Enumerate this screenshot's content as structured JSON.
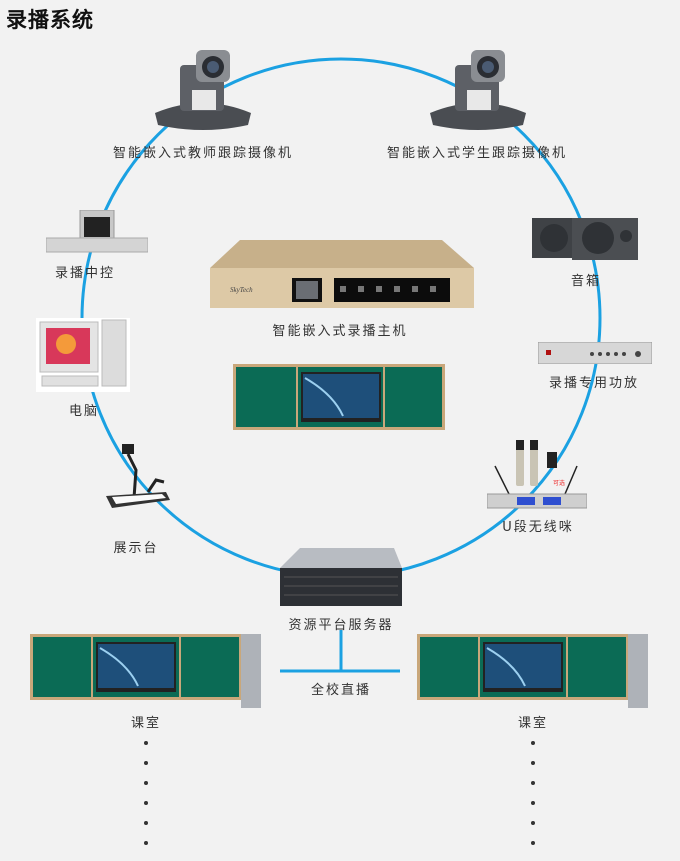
{
  "title": "录播系统",
  "colors": {
    "connector": "#1ba1e2",
    "background": "#f2f2f2",
    "chalkboard": "#0b6b55",
    "board_frame": "#c9a77a",
    "recorder_body": "#d9c4a0"
  },
  "nodes": {
    "teacher_camera": {
      "label": "智能嵌入式教师跟踪摄像机",
      "icon": "ptz-camera-icon"
    },
    "student_camera": {
      "label": "智能嵌入式学生跟踪摄像机",
      "icon": "ptz-camera-icon"
    },
    "control": {
      "label": "录播中控",
      "icon": "control-panel-icon"
    },
    "speaker": {
      "label": "音箱",
      "icon": "speaker-icon"
    },
    "recorder": {
      "label": "智能嵌入式录播主机",
      "icon": "recorder-host-icon"
    },
    "computer": {
      "label": "电脑",
      "icon": "desktop-computer-icon"
    },
    "amplifier": {
      "label": "录播专用功放",
      "icon": "amplifier-icon"
    },
    "visualizer": {
      "label": "展示台",
      "icon": "document-camera-icon"
    },
    "microphone": {
      "label": "U段无线咪",
      "icon": "wireless-mic-icon",
      "optional_note": "可选"
    },
    "server": {
      "label": "资源平台服务器",
      "icon": "rack-server-icon"
    },
    "broadcast": {
      "label": "全校直播"
    },
    "classroom_left": {
      "label": "课室",
      "icon": "smart-blackboard-icon"
    },
    "classroom_right": {
      "label": "课室",
      "icon": "smart-blackboard-icon"
    },
    "center_board": {
      "icon": "smart-blackboard-icon"
    }
  },
  "ellipsis_dots": 6
}
